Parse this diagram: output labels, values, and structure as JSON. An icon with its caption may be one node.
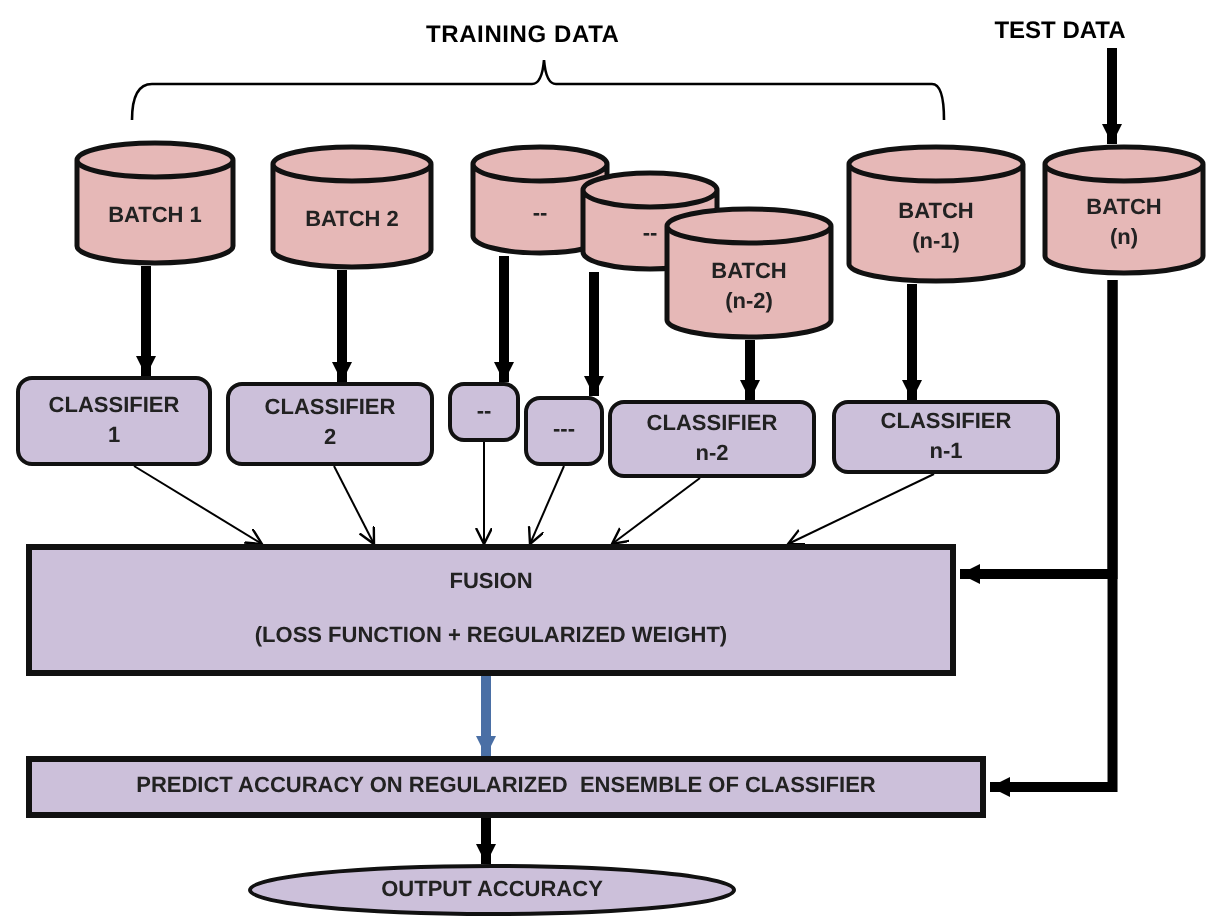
{
  "diagram": {
    "nodes": [
      {
        "text": [
          "BATCH 1"
        ]
      },
      {
        "text": [
          "BATCH 2"
        ]
      },
      {
        "text": [
          "--"
        ]
      },
      {
        "text": [
          "--"
        ]
      },
      {
        "text": [
          "BATCH (n-2)"
        ]
      },
      {
        "text": [
          "BATCH (n-1)"
        ]
      },
      {
        "text": [
          "BATCH (n)"
        ]
      },
      {
        "text": [
          "CLASSIFIER 1"
        ]
      },
      {
        "text": [
          "CLASSIFIER 2"
        ]
      },
      {
        "text": [
          "--"
        ]
      },
      {
        "text": [
          "---"
        ]
      },
      {
        "text": [
          "CLASSIFIER n-2"
        ]
      },
      {
        "text": [
          "CLASSIFIER n-1"
        ]
      },
      {
        "text": [
          "FUSION",
          "(LOSS FUNCTION + REGULARIZED WEIGHT)"
        ]
      },
      {
        "text": [
          "PREDICT ACCURACY ON REGULARIZED  ENSEMBLE OF CLASSIFIER"
        ]
      },
      {
        "text": [
          "OUTPUT ACCURACY"
        ]
      },
      {
        "text": [
          "TEST DATA"
        ]
      }
    ],
    "edges": [
      {
        "from": 0,
        "to": 7,
        "arrow": "to"
      },
      {
        "from": 1,
        "to": 8,
        "arrow": "to"
      },
      {
        "from": 2,
        "to": 9,
        "arrow": "to"
      },
      {
        "from": 3,
        "to": 10,
        "arrow": "to"
      },
      {
        "from": 4,
        "to": 11,
        "arrow": "to"
      },
      {
        "from": 5,
        "to": 12,
        "arrow": "to"
      },
      {
        "from": 7,
        "to": 13,
        "arrow": "to"
      },
      {
        "from": 8,
        "to": 13,
        "arrow": "to"
      },
      {
        "from": 9,
        "to": 13,
        "arrow": "to"
      },
      {
        "from": 10,
        "to": 13,
        "arrow": "to"
      },
      {
        "from": 11,
        "to": 13,
        "arrow": "to"
      },
      {
        "from": 12,
        "to": 13,
        "arrow": "to"
      },
      {
        "from": 13,
        "to": 14,
        "arrow": "to",
        "color": "#4a6fa5"
      },
      {
        "from": 14,
        "to": 15,
        "arrow": "to"
      },
      {
        "from": 16,
        "to": 6,
        "arrow": "to"
      },
      {
        "from": 6,
        "to": 13,
        "arrow": "to"
      },
      {
        "from": 6,
        "to": 14,
        "arrow": "to"
      }
    ],
    "labels": [
      "TRAINING DATA"
    ]
  }
}
